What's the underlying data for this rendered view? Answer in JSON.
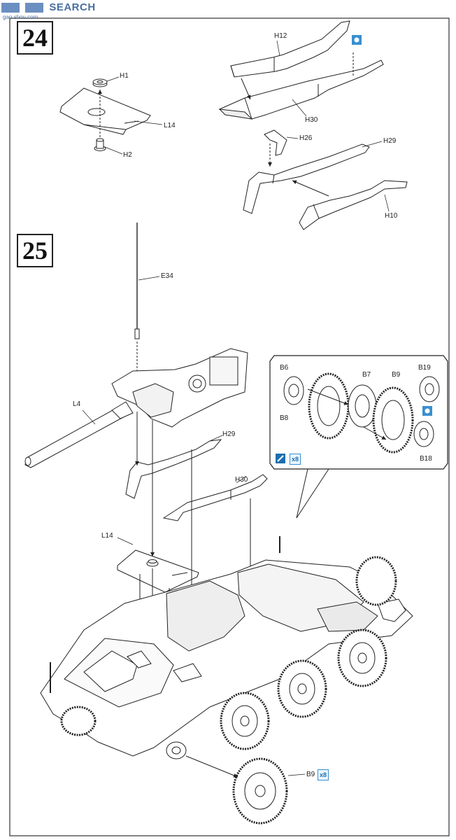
{
  "watermark": {
    "text": "SEARCH",
    "subtext": "gao.shou.com"
  },
  "steps": [
    {
      "number": "24"
    },
    {
      "number": "25"
    }
  ],
  "step24": {
    "labels": {
      "h1": "H1",
      "h2": "H2",
      "l14": "L14",
      "h12": "H12",
      "h30": "H30",
      "h26": "H26",
      "h29": "H29",
      "h10": "H10"
    }
  },
  "step25": {
    "labels": {
      "e34": "E34",
      "l4": "L4",
      "h29": "H29",
      "h30": "H30",
      "l14": "L14",
      "b9": "B9"
    },
    "quantity_badge": "x8"
  },
  "wheel_inset": {
    "labels": {
      "b6": "B6",
      "b7": "B7",
      "b9": "B9",
      "b19": "B19",
      "b8": "B8",
      "b18": "B18"
    },
    "quantity_badge": "x8"
  }
}
